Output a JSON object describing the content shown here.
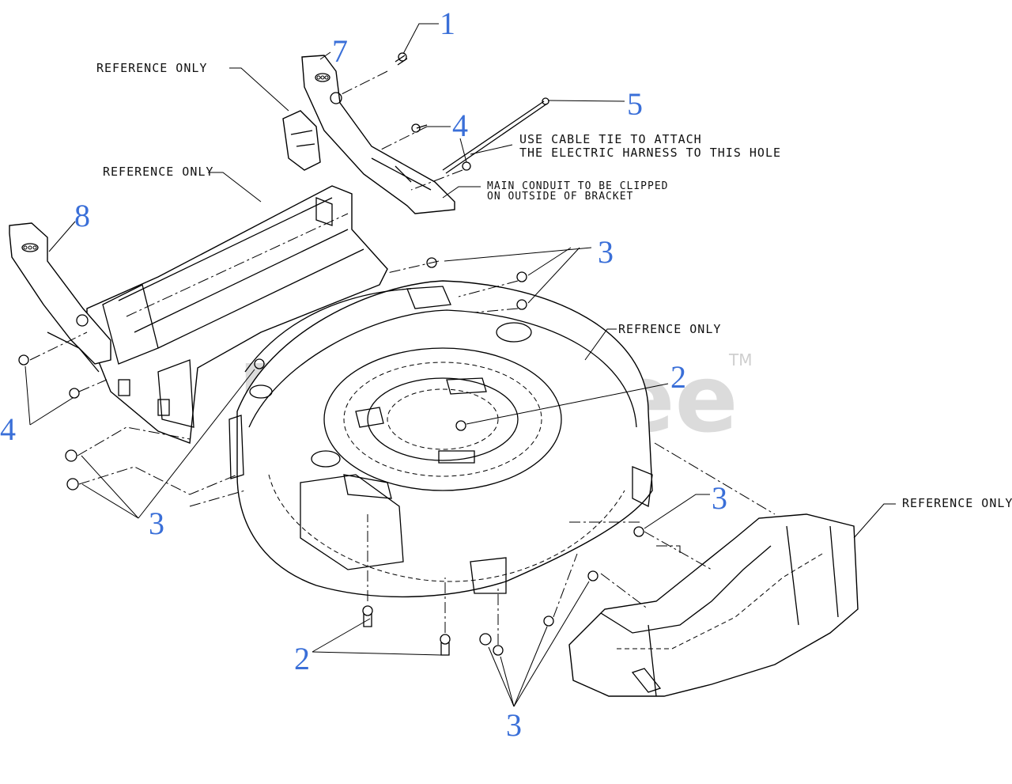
{
  "watermark": {
    "text": "PartsTree",
    "tm": "TM"
  },
  "callouts": [
    {
      "id": "c1",
      "label": "1"
    },
    {
      "id": "c7",
      "label": "7"
    },
    {
      "id": "c5",
      "label": "5"
    },
    {
      "id": "c4a",
      "label": "4"
    },
    {
      "id": "c8",
      "label": "8"
    },
    {
      "id": "c3a",
      "label": "3"
    },
    {
      "id": "c2a",
      "label": "2"
    },
    {
      "id": "c4b",
      "label": "4"
    },
    {
      "id": "c3b",
      "label": "3"
    },
    {
      "id": "c3c",
      "label": "3"
    },
    {
      "id": "c2b",
      "label": "2"
    },
    {
      "id": "c3d",
      "label": "3"
    }
  ],
  "notes": {
    "ref_only_top": "REFERENCE ONLY",
    "ref_only_mid": "REFERENCE ONLY",
    "refrence_only": "REFRENCE ONLY",
    "ref_only_right": "REFERENCE ONLY",
    "cable_tie_line1": "USE CABLE TIE TO ATTACH",
    "cable_tie_line2": "THE ELECTRIC HARNESS TO THIS HOLE",
    "conduit_line1": "MAIN CONDUIT TO BE CLIPPED",
    "conduit_line2": "ON OUTSIDE OF BRACKET"
  }
}
